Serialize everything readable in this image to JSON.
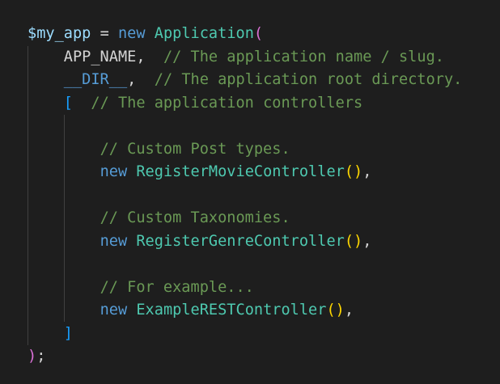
{
  "editor": {
    "colors": {
      "background": "#1e1e1e",
      "variable": "#9cdcfe",
      "keyword": "#569cd6",
      "class": "#4ec9b0",
      "comment": "#6a9955",
      "bracket_level_1": "#da70d6",
      "bracket_level_2": "#179fff",
      "bracket_level_3": "#ffd700"
    },
    "lines": [
      {
        "indent": "",
        "tokens": [
          {
            "t": "$my_app",
            "k": "var"
          },
          {
            "t": " = ",
            "k": "punc"
          },
          {
            "t": "new",
            "k": "kw"
          },
          {
            "t": " ",
            "k": "punc"
          },
          {
            "t": "Application",
            "k": "cls"
          },
          {
            "t": "(",
            "k": "paren-1"
          }
        ]
      },
      {
        "indent": "    ",
        "tokens": [
          {
            "t": "APP_NAME",
            "k": "const"
          },
          {
            "t": ",  ",
            "k": "punc"
          },
          {
            "t": "// The application name / slug.",
            "k": "comment"
          }
        ]
      },
      {
        "indent": "    ",
        "tokens": [
          {
            "t": "__DIR__",
            "k": "magic"
          },
          {
            "t": ",  ",
            "k": "punc"
          },
          {
            "t": "// The application root directory.",
            "k": "comment"
          }
        ]
      },
      {
        "indent": "    ",
        "tokens": [
          {
            "t": "[",
            "k": "paren-2"
          },
          {
            "t": "  ",
            "k": "punc"
          },
          {
            "t": "// The application controllers",
            "k": "comment"
          }
        ]
      },
      {
        "indent": "",
        "tokens": []
      },
      {
        "indent": "        ",
        "tokens": [
          {
            "t": "// Custom Post types.",
            "k": "comment"
          }
        ]
      },
      {
        "indent": "        ",
        "tokens": [
          {
            "t": "new",
            "k": "kw"
          },
          {
            "t": " ",
            "k": "punc"
          },
          {
            "t": "RegisterMovieController",
            "k": "cls"
          },
          {
            "t": "()",
            "k": "paren-3"
          },
          {
            "t": ",",
            "k": "punc"
          }
        ]
      },
      {
        "indent": "",
        "tokens": []
      },
      {
        "indent": "        ",
        "tokens": [
          {
            "t": "// Custom Taxonomies.",
            "k": "comment"
          }
        ]
      },
      {
        "indent": "        ",
        "tokens": [
          {
            "t": "new",
            "k": "kw"
          },
          {
            "t": " ",
            "k": "punc"
          },
          {
            "t": "RegisterGenreController",
            "k": "cls"
          },
          {
            "t": "()",
            "k": "paren-3"
          },
          {
            "t": ",",
            "k": "punc"
          }
        ]
      },
      {
        "indent": "",
        "tokens": []
      },
      {
        "indent": "        ",
        "tokens": [
          {
            "t": "// For example...",
            "k": "comment"
          }
        ]
      },
      {
        "indent": "        ",
        "tokens": [
          {
            "t": "new",
            "k": "kw"
          },
          {
            "t": " ",
            "k": "punc"
          },
          {
            "t": "ExampleRESTController",
            "k": "cls"
          },
          {
            "t": "()",
            "k": "paren-3"
          },
          {
            "t": ",",
            "k": "punc"
          }
        ]
      },
      {
        "indent": "    ",
        "tokens": [
          {
            "t": "]",
            "k": "paren-2"
          }
        ]
      },
      {
        "indent": "",
        "tokens": [
          {
            "t": ")",
            "k": "paren-1"
          },
          {
            "t": ";",
            "k": "punc"
          }
        ]
      }
    ]
  }
}
